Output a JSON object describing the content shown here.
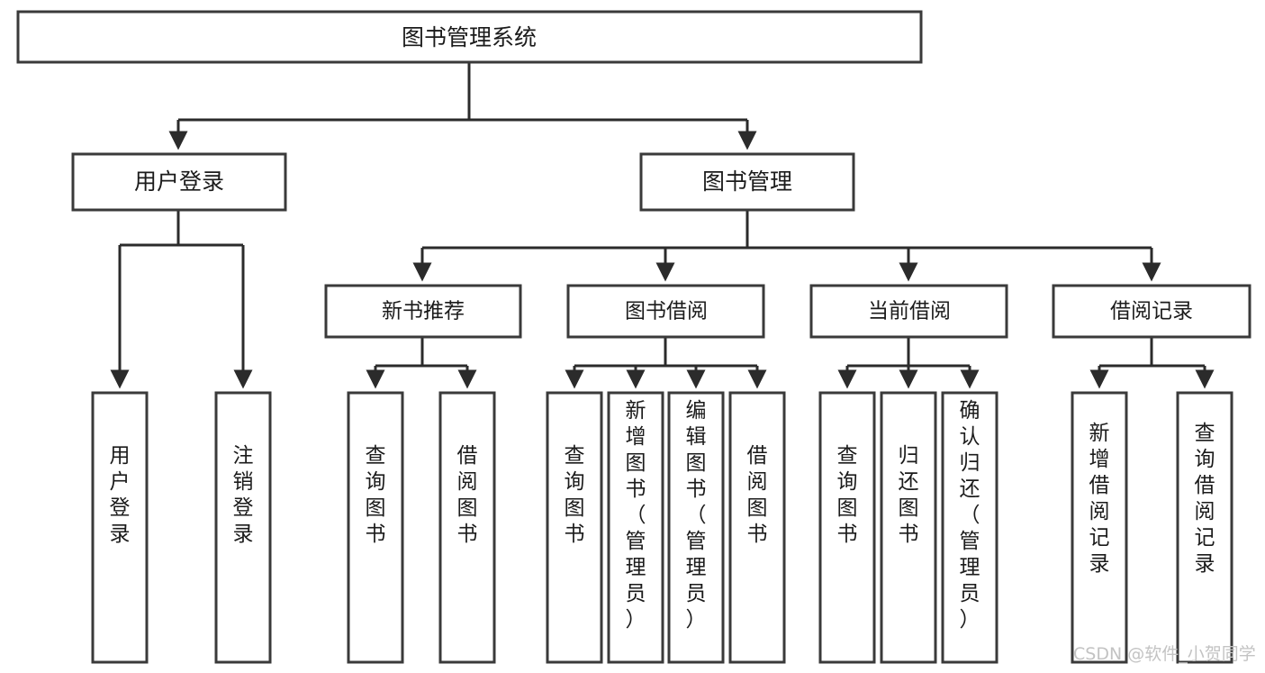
{
  "diagram": {
    "title": "图书管理系统",
    "root": {
      "id": "root",
      "label": "图书管理系统",
      "orientation": "horizontal"
    },
    "level2": [
      {
        "id": "user-login",
        "label": "用户登录",
        "orientation": "horizontal"
      },
      {
        "id": "book-manage",
        "label": "图书管理",
        "orientation": "horizontal"
      }
    ],
    "level3": [
      {
        "id": "new-book-recommend",
        "label": "新书推荐",
        "orientation": "horizontal",
        "parent": "book-manage"
      },
      {
        "id": "book-borrow",
        "label": "图书借阅",
        "orientation": "horizontal",
        "parent": "book-manage"
      },
      {
        "id": "current-borrow",
        "label": "当前借阅",
        "orientation": "horizontal",
        "parent": "book-manage"
      },
      {
        "id": "borrow-record",
        "label": "借阅记录",
        "orientation": "horizontal",
        "parent": "book-manage"
      }
    ],
    "leaves": [
      {
        "id": "leaf-user-login",
        "label": "用户登录",
        "orientation": "vertical",
        "parent": "user-login"
      },
      {
        "id": "leaf-logout",
        "label": "注销登录",
        "orientation": "vertical",
        "parent": "user-login"
      },
      {
        "id": "leaf-query-book-1",
        "label": "查询图书",
        "orientation": "vertical",
        "parent": "new-book-recommend"
      },
      {
        "id": "leaf-borrow-book-1",
        "label": "借阅图书",
        "orientation": "vertical",
        "parent": "new-book-recommend"
      },
      {
        "id": "leaf-query-book-2",
        "label": "查询图书",
        "orientation": "vertical",
        "parent": "book-borrow"
      },
      {
        "id": "leaf-add-book",
        "label": "新增图书（管理员）",
        "orientation": "vertical",
        "parent": "book-borrow"
      },
      {
        "id": "leaf-edit-book",
        "label": "编辑图书（管理员）",
        "orientation": "vertical",
        "parent": "book-borrow"
      },
      {
        "id": "leaf-borrow-book-2",
        "label": "借阅图书",
        "orientation": "vertical",
        "parent": "book-borrow"
      },
      {
        "id": "leaf-query-book-3",
        "label": "查询图书",
        "orientation": "vertical",
        "parent": "current-borrow"
      },
      {
        "id": "leaf-return-book",
        "label": "归还图书",
        "orientation": "vertical",
        "parent": "current-borrow"
      },
      {
        "id": "leaf-confirm-return",
        "label": "确认归还（管理员）",
        "orientation": "vertical",
        "parent": "current-borrow"
      },
      {
        "id": "leaf-add-record",
        "label": "新增借阅记录",
        "orientation": "vertical",
        "parent": "borrow-record"
      },
      {
        "id": "leaf-query-record",
        "label": "查询借阅记录",
        "orientation": "vertical",
        "parent": "borrow-record"
      }
    ]
  },
  "watermark": {
    "text": "CSDN @软件_小贺同学"
  },
  "colors": {
    "box_stroke": "#3a3a3a",
    "line": "#2b2b2b",
    "text": "#1b1b1b",
    "background": "#ffffff",
    "watermark": "#c3c3c3"
  }
}
